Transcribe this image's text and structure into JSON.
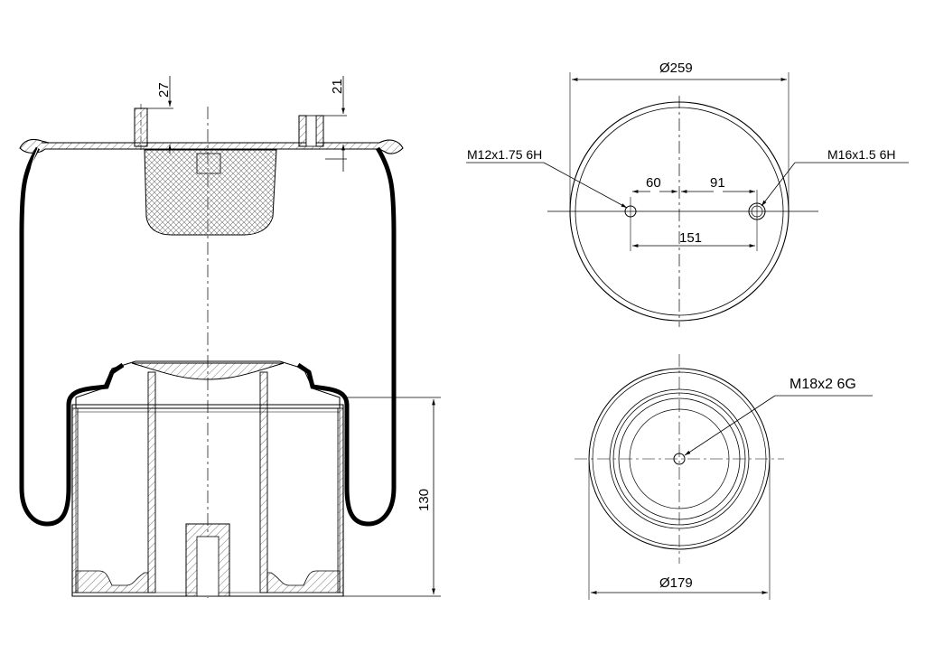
{
  "side_view": {
    "dim_top_left": "27",
    "dim_top_right": "21",
    "dim_height": "130"
  },
  "top_view": {
    "diameter": "Ø259",
    "thread_left": "M12x1.75 6H",
    "thread_right": "M16x1.5 6H",
    "dim_left_offset": "60",
    "dim_right_offset": "91",
    "dim_spacing": "151"
  },
  "bottom_view": {
    "thread_center": "M18x2 6G",
    "diameter": "Ø179"
  }
}
